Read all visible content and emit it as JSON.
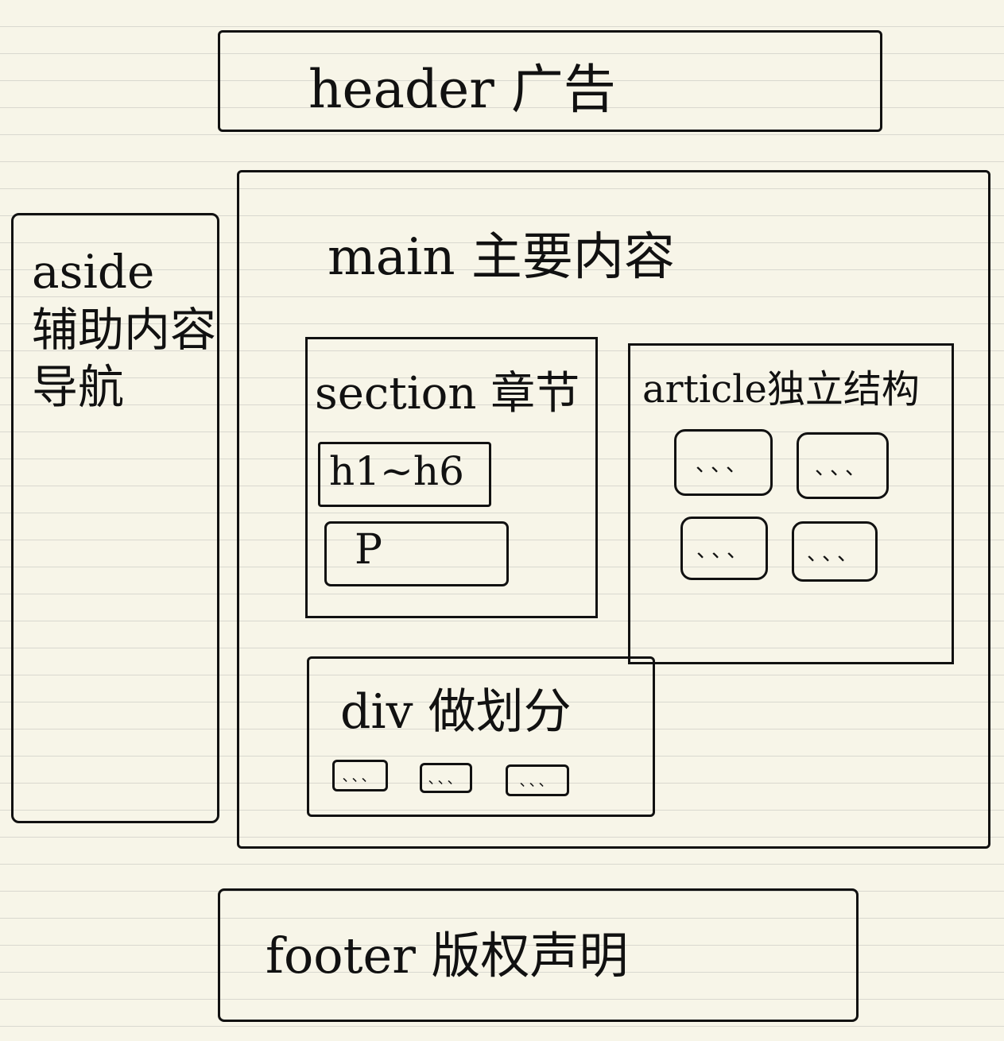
{
  "header": {
    "label": "header 广告"
  },
  "aside": {
    "label_line1": "aside",
    "label_line2": "辅助内容",
    "label_line3": "导航"
  },
  "main": {
    "label": "main 主要内容"
  },
  "section": {
    "label": "section 章节",
    "heading_box": "h1~h6",
    "paragraph_box": "P"
  },
  "article": {
    "label": "article独立结构",
    "cards": [
      "、、、",
      "、、、",
      "、、、",
      "、、、"
    ]
  },
  "division": {
    "label": "div 做划分",
    "chips": [
      "、、、",
      "、、、",
      "、、、"
    ]
  },
  "footer": {
    "label": "footer 版权声明"
  }
}
